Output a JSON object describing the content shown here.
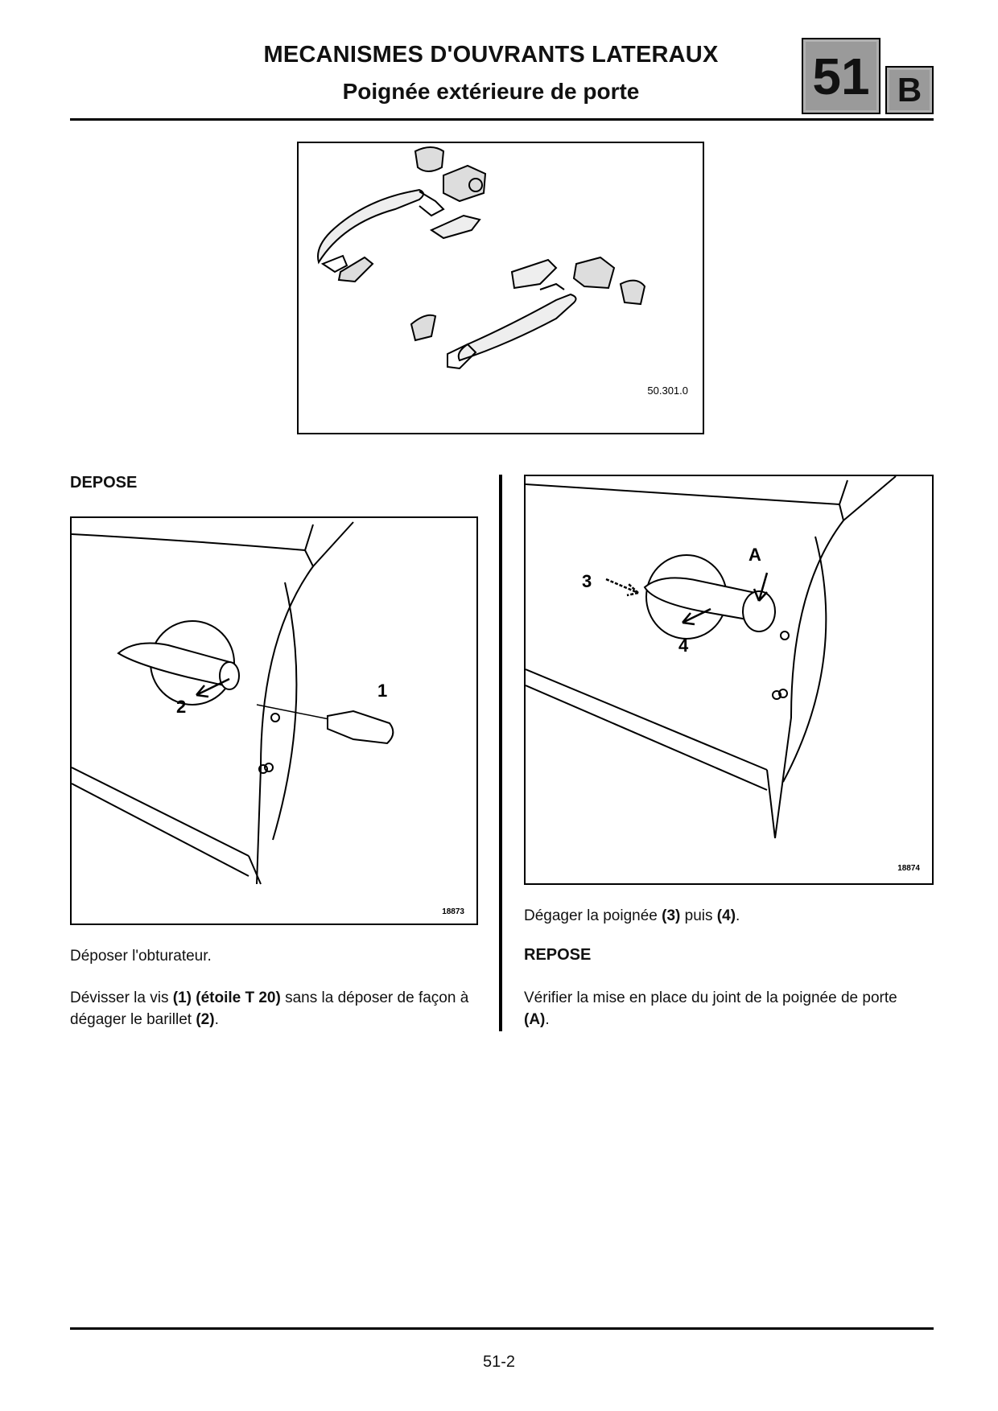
{
  "header": {
    "title": "MECANISMES D'OUVRANTS LATERAUX",
    "subtitle": "Poignée extérieure de porte",
    "section_number": "51",
    "section_letter": "B"
  },
  "figure_top": {
    "ref": "50.301.0"
  },
  "left_column": {
    "heading": "DEPOSE",
    "figure": {
      "ref": "18873",
      "callouts": [
        "1",
        "2"
      ]
    },
    "para1": "Déposer l'obturateur.",
    "para2": {
      "t1": "Dévisser la vis ",
      "b1": "(1) (étoile T 20)",
      "t2": " sans la déposer de façon à dégager le barillet ",
      "b2": "(2)",
      "t3": "."
    }
  },
  "right_column": {
    "figure": {
      "ref": "18874",
      "callouts": [
        "A",
        "3",
        "4"
      ]
    },
    "para1": {
      "t1": "Dégager la poignée ",
      "b1": "(3)",
      "t2": " puis ",
      "b2": "(4)",
      "t3": "."
    },
    "heading": "REPOSE",
    "para2": {
      "t1": "Vérifier la mise en place du joint de la poignée de porte ",
      "b1": "(A)",
      "t2": "."
    }
  },
  "footer": {
    "page_number": "51-2"
  }
}
